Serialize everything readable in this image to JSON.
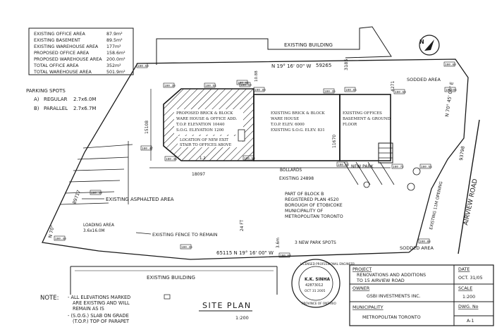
{
  "area_table": {
    "rows": [
      {
        "label": "EXISTING OFFICE AREA",
        "value": "87.9m²"
      },
      {
        "label": "EXISTING BASEMENT",
        "value": "89.5m²"
      },
      {
        "label": "EXISTING WAREHOUSE AREA",
        "value": "177m²"
      },
      {
        "label": "PROPOSED OFFICE AREA",
        "value": "158.6m²"
      },
      {
        "label": "PROPOSED WAREHOUSE AREA",
        "value": "200.0m²"
      },
      {
        "label": "TOTAL OFFICE AREA",
        "value": "352m²"
      },
      {
        "label": "TOTAL WAREHOUSE AREA",
        "value": "501.9m²"
      }
    ]
  },
  "parking": {
    "heading": "PARKING SPOTS",
    "items": [
      {
        "key": "A)",
        "label": "REGULAR",
        "value": "2.7x6.0M"
      },
      {
        "key": "B)",
        "label": "PARALLEL",
        "value": "2.7x6.7M"
      }
    ]
  },
  "labels": {
    "existing_building_top": "EXISTING BUILDING",
    "existing_building_bottom": "EXISTING BUILDING",
    "bearing_top": "N 19° 16' 00\" W",
    "dim_top": "59265",
    "bearing_bottom": "65115 N 19° 16' 00\" W",
    "bearing_left": "N 70°",
    "bearing_right": "N 70° 45' 00\" E",
    "dim_right": "93798",
    "dim_left": "89717",
    "dim_3185": "3185",
    "dim_18097": "18097",
    "dim_24898": "EXISTING 24898",
    "dim_15108": "15108",
    "dim_4271": "4271",
    "dim_11670": "11670",
    "sodded_area_1": "SODDED AREA",
    "sodded_area_2": "SODDED AREA",
    "proposed_block": [
      "PROPOSED BRICK & BLOCK",
      "WARE HOUSE & OFFICE ADD.",
      "T.O.P. ELEVATION 10440",
      "S.O.G. ELEVATION 1200"
    ],
    "new_exit": [
      "LOCATION OF NEW EXIT",
      "STAIR TO OFFICES ABOVE"
    ],
    "existing_warehouse": [
      "EXISTING BRICK & BLOCK",
      "WARE HOUSE",
      "T.O.P. ELEV. 6000",
      "EXISTING S.O.G. ELEV. 831"
    ],
    "existing_offices": [
      "EXISTING OFFICES",
      "BASEMENT & GROUND",
      "FLOOR"
    ],
    "part_of_block": [
      "PART OF BLOCK B",
      "REGISTERED PLAN 4520",
      "BOROUGH OF ETOBICOKE",
      "MUNICIPALITY OF",
      "METROPOLITAN TORONTO"
    ],
    "asphalted": "EXISTING ASPHALTED AREA",
    "loading": [
      "LOADING AREA",
      "3.6x16.0M"
    ],
    "fence": "EXISTING FENCE TO REMAIN",
    "new_park": "3 NEW PARK SPOTS",
    "new_park_2": "NEW PARK",
    "airview": "AIRVIEW ROAD",
    "existing_opening": "EXISTING 11M OPENING",
    "bollards": "BOLLARDS",
    "dim_24ft": "24 FT",
    "sodded_1": "10.88",
    "dim_3645": "3.6m",
    "dim_12": "1.2",
    "north": "N",
    "site_plan": "SITE PLAN",
    "scale_text": "1:200"
  },
  "spot_elevations": [
    "100.50",
    "100.30",
    "100.50",
    "100.80",
    "100.35",
    "100.65",
    "100.69",
    "100.80",
    "100.48",
    "100.50",
    "100.84",
    "100.72",
    "100.55",
    "100.47",
    "100.40",
    "100.36",
    "100.58",
    "100.88",
    "100.94",
    "100.30",
    "100.64",
    "100.54"
  ],
  "notes": {
    "heading": "NOTE:",
    "lines": [
      "- ALL ELEVATIONS MARKED",
      "ARE EXISTING AND WILL",
      "REMAIN AS IS",
      "- (S.O.G.) SLAB ON GRADE",
      "(T.O.P.) TOP OF PARAPET"
    ]
  },
  "stamp": {
    "top": "LICENSED PROFESSIONAL ENGINEER",
    "name": "K.K. SINHA",
    "number": "42873012",
    "bottom": "PROVINCE OF ONTARIO",
    "date": "OCT 31 2005"
  },
  "title_block": {
    "project_label": "PROJECT",
    "project_1": "RENOVATIONS AND ADDITIONS",
    "project_2": "TO 15 AIRVIEW ROAD",
    "owner_label": "OWNER",
    "owner": "GSBI INVESTMENTS INC.",
    "municipality_label": "MUNICIPALITY",
    "municipality": "METROPOLITAN TORONTO",
    "date_label": "DATE",
    "date": "OCT. 31/05",
    "scale_label": "SCALE",
    "scale": "1:200",
    "dwg_label": "DWG. No",
    "dwg": "A-1"
  }
}
